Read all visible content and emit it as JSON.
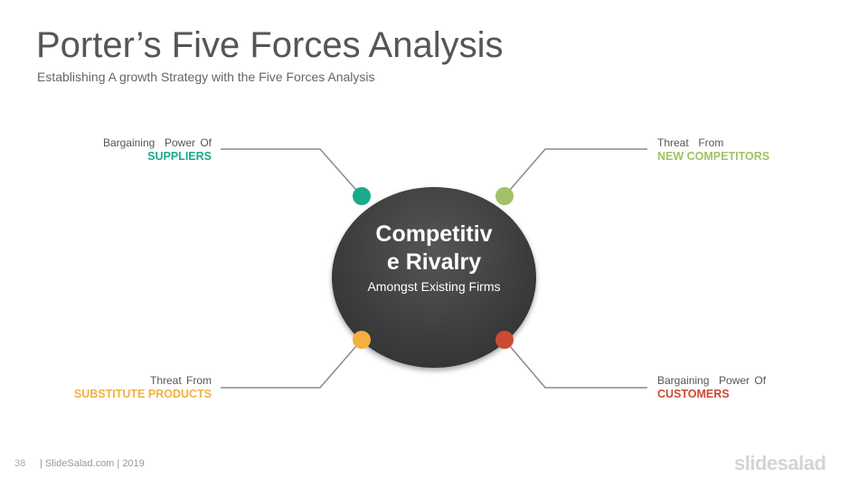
{
  "slide": {
    "title": "Porter’s Five Forces Analysis",
    "subtitle": "Establishing A growth Strategy with the Five Forces Analysis"
  },
  "center": {
    "title": "Competitive Rivalry",
    "subtitle": "Amongst Existing Firms"
  },
  "forces": [
    {
      "prefix": "Bargaining  Power Of",
      "label": "SUPPLIERS",
      "color": "#1aab8a"
    },
    {
      "prefix": "Threat  From",
      "label": "NEW COMPETITORS",
      "color": "#a3c167"
    },
    {
      "prefix": "Threat From",
      "label": "SUBSTITUTE PRODUCTS",
      "color": "#f4b03f"
    },
    {
      "prefix": "Bargaining  Power Of",
      "label": "CUSTOMERS",
      "color": "#cc4a33"
    }
  ],
  "footer": {
    "page_number": "38",
    "credit": "| SlideSalad.com | 2019",
    "brand": "slidesalad"
  }
}
